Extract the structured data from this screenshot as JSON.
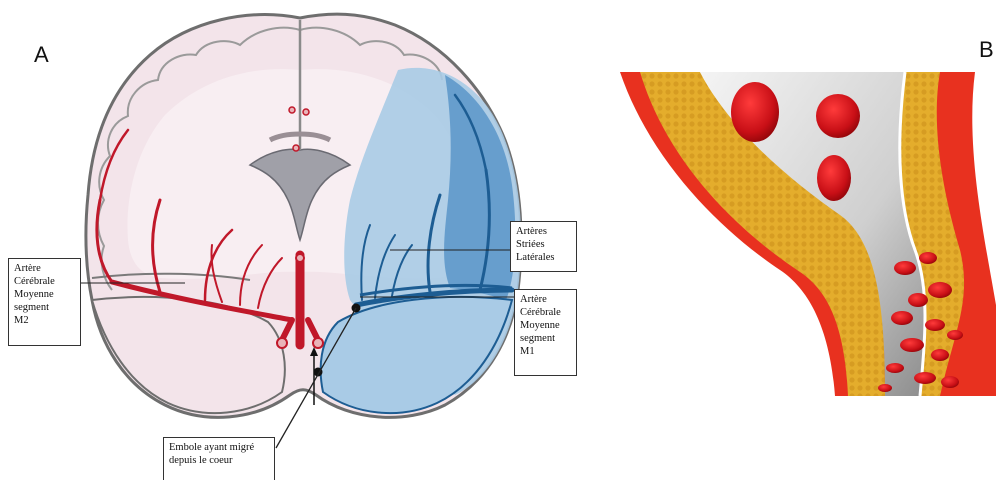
{
  "panels": {
    "a_label": "A",
    "b_label": "B"
  },
  "labels": {
    "m2": "Artère\nCérébrale\nMoyenne\nsegment\nM2",
    "lateral": "Artères\nStriées\nLatérales",
    "m1": "Artère\nCérébrale\nMoyenne\nsegment\nM1",
    "embolus": "Embole ayant migré\ndepuis le coeur"
  },
  "colors": {
    "tissue": "#f2e4ea",
    "cortex_outline": "#7a7a7a",
    "artery_red": "#c0182a",
    "ischemia_blue": "#a9cbe6",
    "ischemia_dark_blue": "#1d5d93",
    "vessel_wall": "#e8311f",
    "plaque_yellow": "#e0a92a",
    "blood_cell": "#d1121c"
  }
}
